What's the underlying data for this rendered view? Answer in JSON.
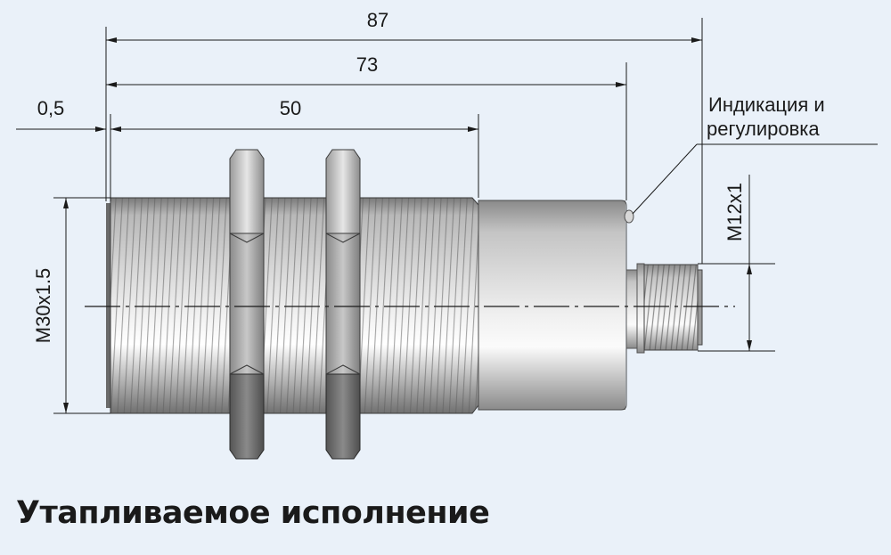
{
  "dimensions": {
    "overall": "87",
    "body_length": "73",
    "thread_length": "50",
    "face_offset": "0,5",
    "main_thread": "M30x1.5",
    "connector_thread": "M12x1"
  },
  "callout": {
    "line1": "Индикация и",
    "line2": "регулировка"
  },
  "caption": "Утапливаемое исполнение",
  "colors": {
    "background": "#eaf1f9",
    "line": "#1a1a1a",
    "metal_light": "#f4f4f4",
    "metal_dark": "#6f6f6f"
  }
}
